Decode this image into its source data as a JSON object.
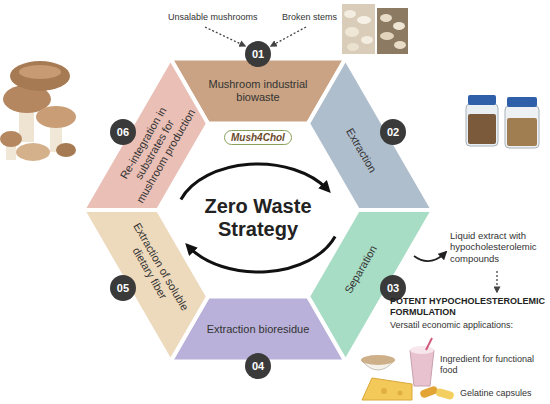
{
  "diagram": {
    "nodes": [
      {
        "text": [
          "Mushroom industrial biowaste"
        ]
      },
      {
        "text": [
          "Extraction"
        ]
      },
      {
        "text": [
          "Separation"
        ]
      },
      {
        "text": [
          "Extraction bioresidue"
        ]
      },
      {
        "text": [
          "Extraction of soluble dietary fiber"
        ]
      },
      {
        "text": [
          "Re-integration in substrates for mushroom production"
        ]
      },
      {
        "text": [
          "Mush4Chol",
          "Zero Waste Strategy"
        ]
      }
    ],
    "labels": [
      "01",
      "02",
      "03",
      "04",
      "05",
      "06",
      "Unsalable mushrooms",
      "Broken stems",
      "Liquid extract with hypocholesterolemic compounds",
      "POTENT HYPOCHOLESTEROLEMIC FORMULATION",
      "Versatil economic applications:",
      "Ingredient for functional food",
      "Gelatine capsules"
    ]
  }
}
